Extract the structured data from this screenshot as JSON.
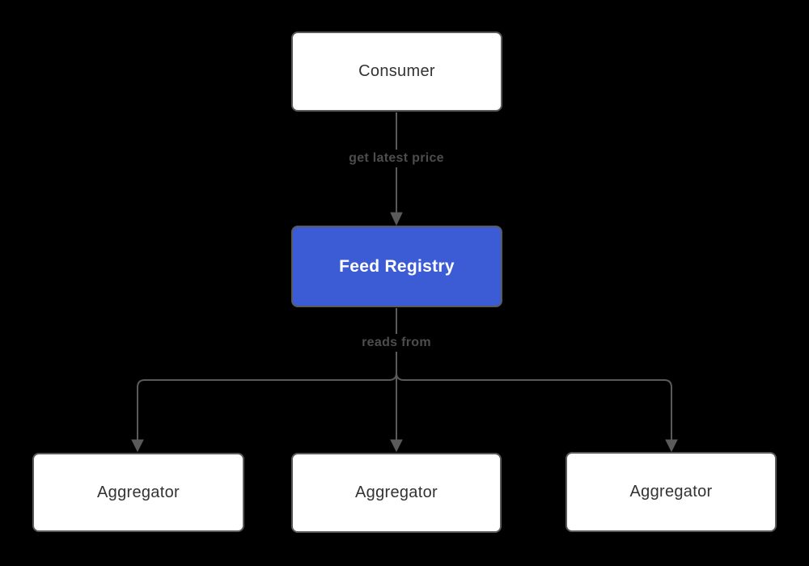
{
  "diagram": {
    "background_color": "#000000",
    "edge_color": "#5a5a5a",
    "edge_label_color": "#4d4d4d",
    "node_border_color": "#5a5a5a",
    "nodes": {
      "consumer": {
        "label": "Consumer",
        "fill": "#ffffff",
        "text_color": "#333333"
      },
      "feed_registry": {
        "label": "Feed Registry",
        "fill": "#3c5cd6",
        "text_color": "#ffffff"
      },
      "aggregator_1": {
        "label": "Aggregator",
        "fill": "#ffffff",
        "text_color": "#333333"
      },
      "aggregator_2": {
        "label": "Aggregator",
        "fill": "#ffffff",
        "text_color": "#333333"
      },
      "aggregator_3": {
        "label": "Aggregator",
        "fill": "#ffffff",
        "text_color": "#333333"
      }
    },
    "edges": {
      "consumer_to_feed_registry": {
        "label": "get latest price",
        "from": "Consumer",
        "to": "Feed Registry"
      },
      "feed_registry_to_aggregators": {
        "label": "reads from",
        "from": "Feed Registry",
        "to": "Aggregator"
      }
    }
  }
}
